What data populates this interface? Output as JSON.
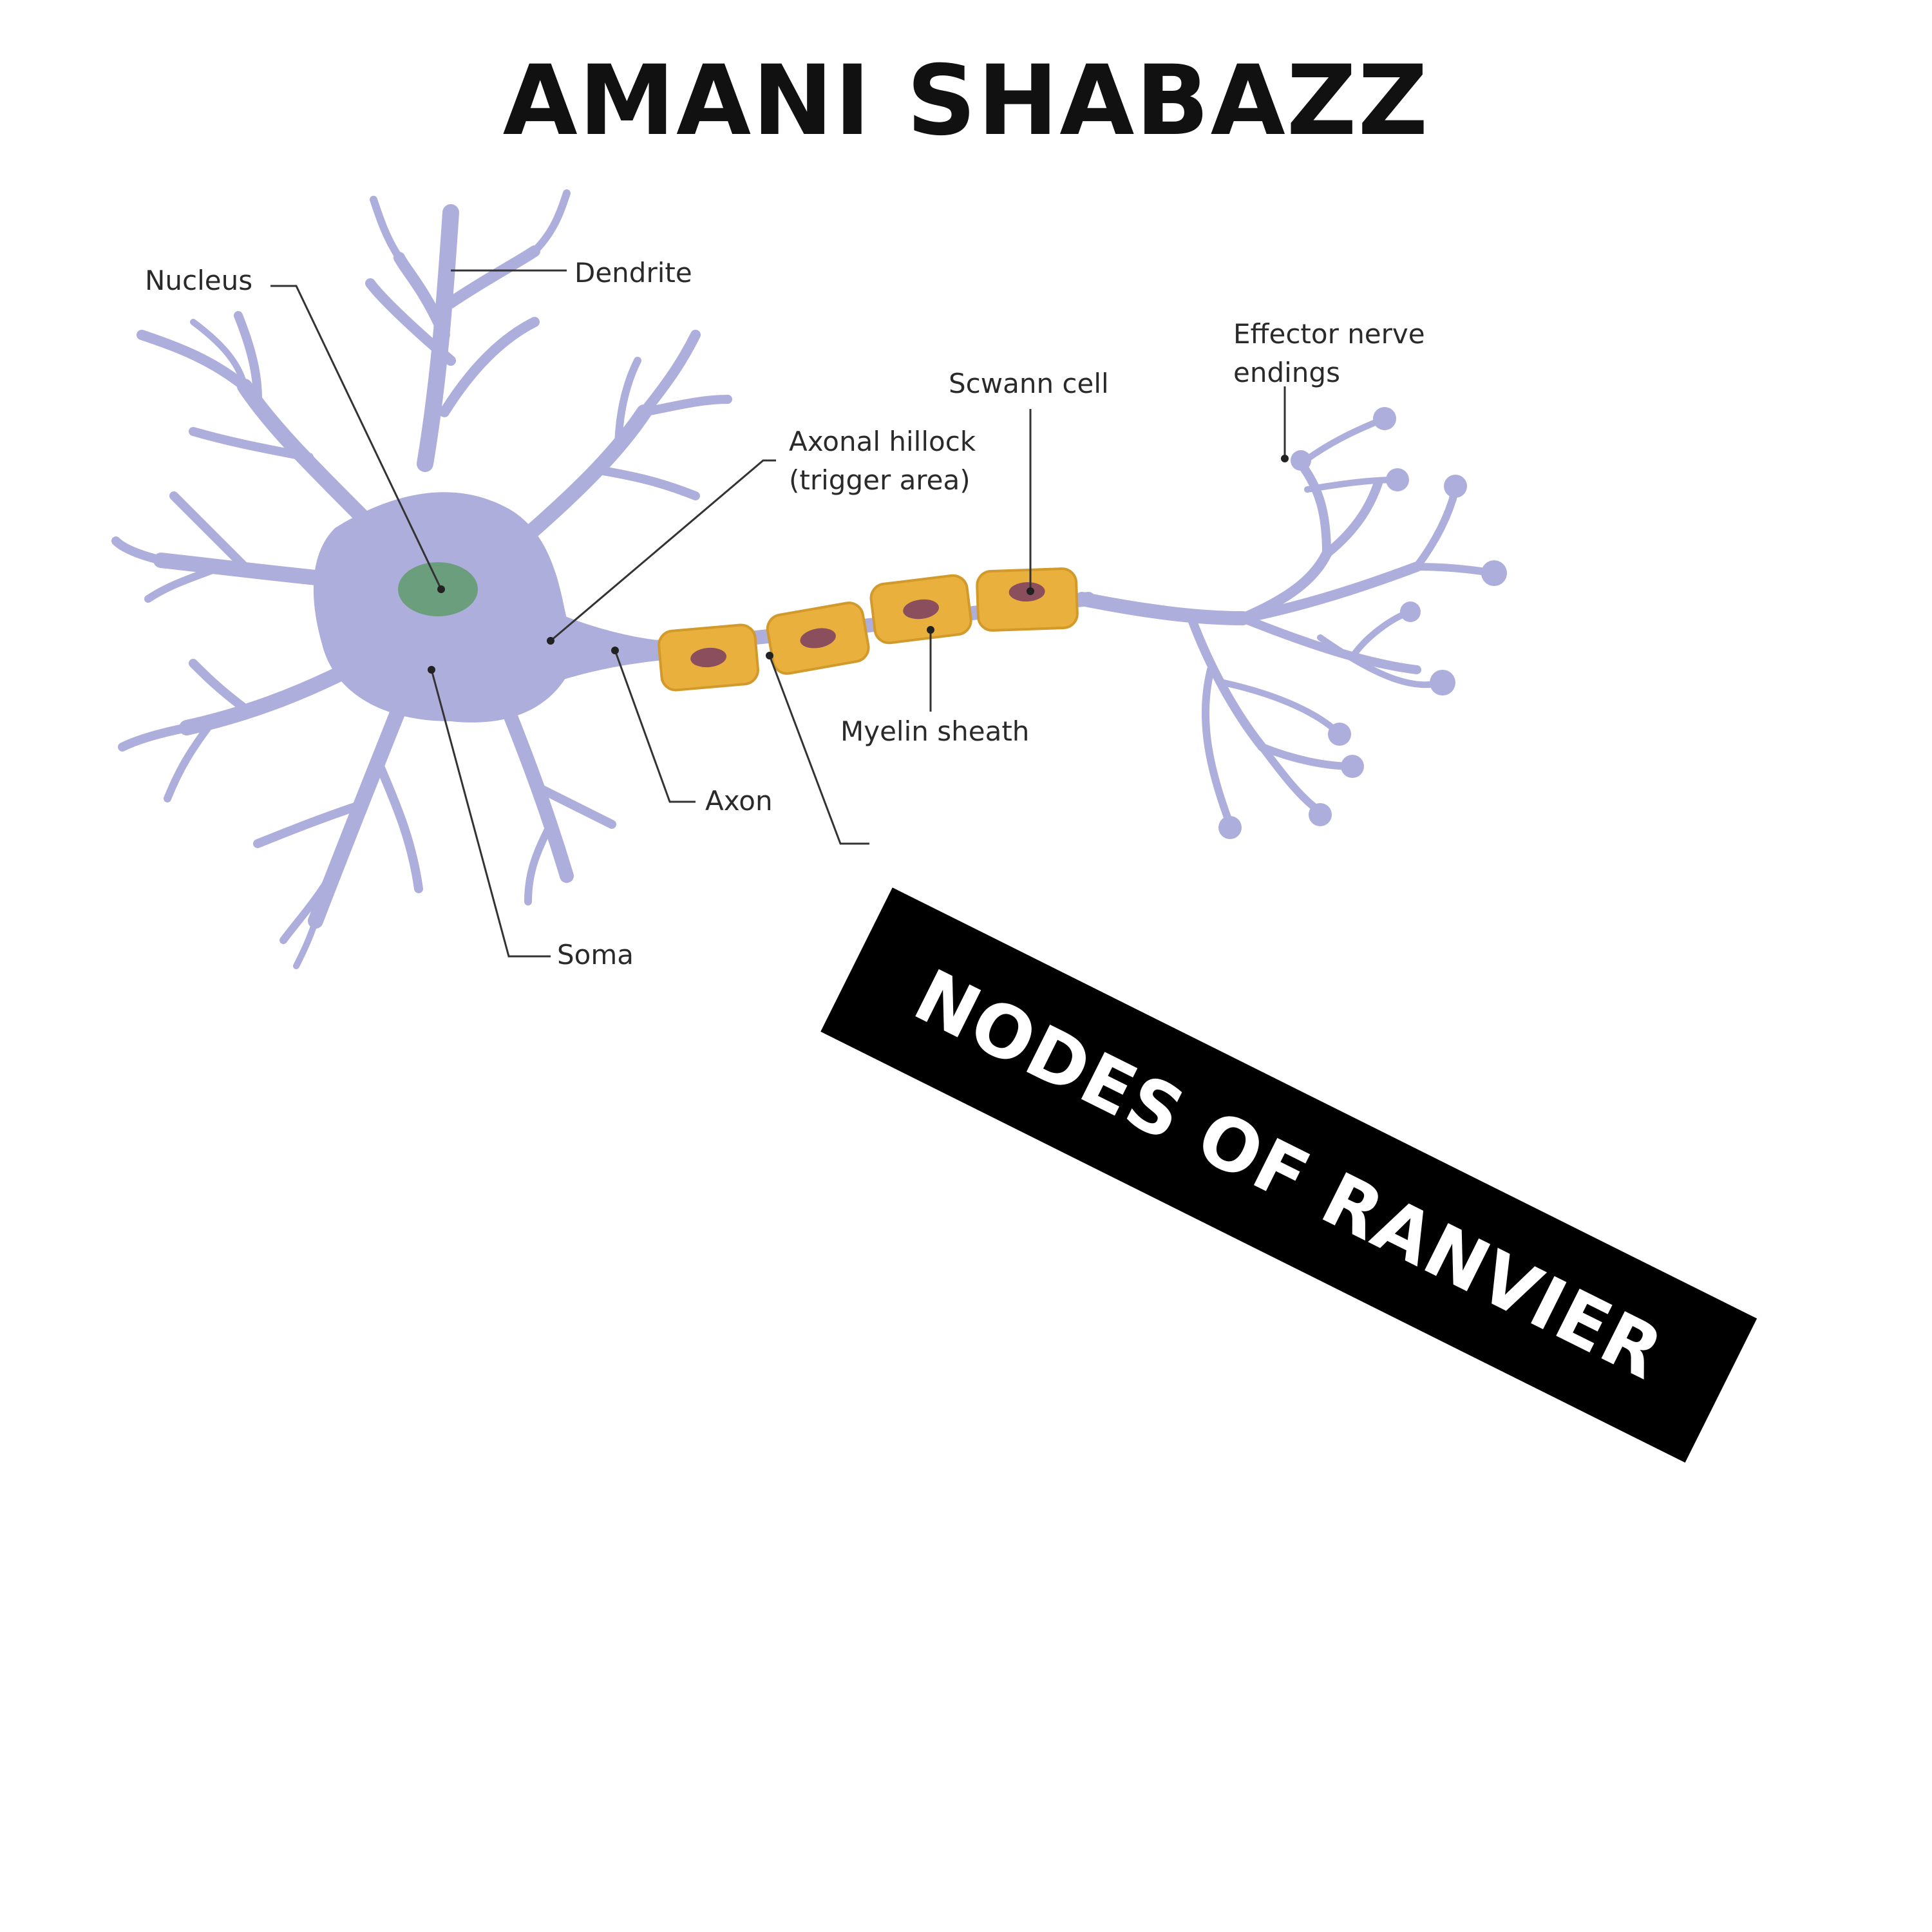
{
  "title": "AMANI SHABAZZ",
  "labels": {
    "nucleus": "Nucleus",
    "dendrite": "Dendrite",
    "effector_line1": "Effector nerve",
    "effector_line2": "endings",
    "schwann_cell": "Scwann cell",
    "axonal_hillock_line1": "Axonal hillock",
    "axonal_hillock_line2": "(trigger area)",
    "myelin_sheath": "Myelin sheath",
    "axon": "Axon",
    "soma": "Soma"
  },
  "banner": {
    "text": "NODES OF RANVIER",
    "background": "#000000",
    "color": "#ffffff"
  },
  "colors": {
    "neuron": "#adaedc",
    "nucleus_fill": "#6b9e7c",
    "myelin_fill": "#e9b03e",
    "myelin_stroke": "#d29a2a",
    "myelin_nucleus": "#8a4e5c",
    "title": "#111111"
  }
}
